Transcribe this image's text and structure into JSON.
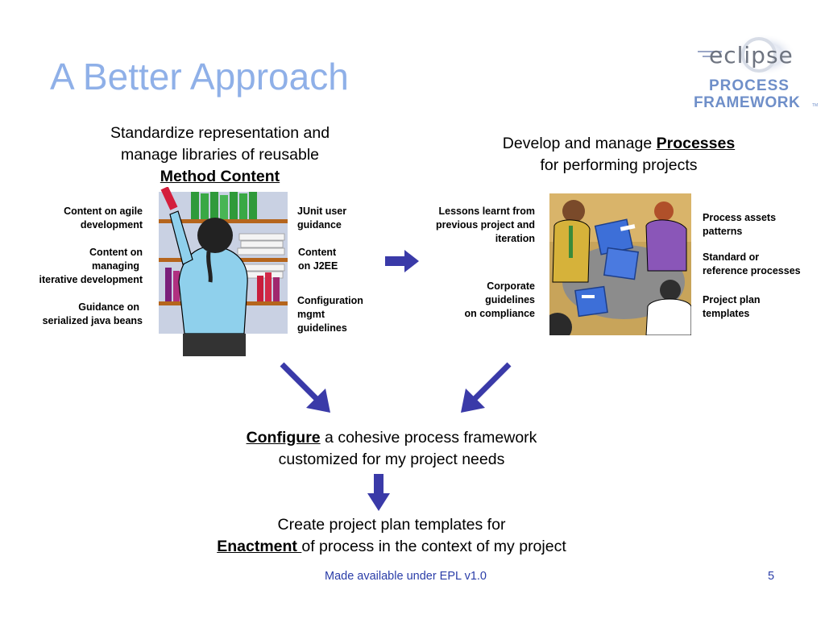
{
  "slide": {
    "title": "A Better Approach",
    "logo": {
      "brand": "eclipse",
      "line1": "PROCESS",
      "line2": "FRAMEWORK",
      "tm": "TM"
    },
    "method_content": {
      "line1": "Standardize representation and",
      "line2": "manage libraries of reusable",
      "emph": "Method Content"
    },
    "processes": {
      "lead": "Develop and manage ",
      "emph": "Processes",
      "line2": "for performing projects"
    },
    "left_items": [
      [
        "Content on agile",
        "development"
      ],
      [
        "Content on",
        "managing",
        "iterative development"
      ],
      [
        "Guidance on",
        "serialized java beans"
      ]
    ],
    "mid_left_items": [
      [
        "JUnit user",
        "guidance"
      ],
      [
        "Content",
        "on J2EE"
      ],
      [
        "Configuration",
        "mgmt",
        "guidelines"
      ]
    ],
    "mid_right_items": [
      [
        "Lessons learnt from",
        "previous project and",
        "iteration"
      ],
      [
        "Corporate",
        "guidelines",
        "on compliance"
      ]
    ],
    "right_items": [
      [
        "Process assets",
        "patterns"
      ],
      [
        "Standard or",
        "reference processes"
      ],
      [
        "Project plan",
        "templates"
      ]
    ],
    "configure": {
      "emph": "Configure",
      "rest": " a cohesive process framework",
      "line2": "customized for my project needs"
    },
    "enactment": {
      "line1": "Create project plan templates for",
      "emph": "Enactment ",
      "rest": "of process in the context of my project"
    },
    "footer": {
      "license": "Made available under EPL v1.0",
      "page": "5"
    },
    "colors": {
      "title": "#8fb0e8",
      "arrow": "#3a3aa8",
      "logo": "#5b7fc4",
      "footer": "#2a3da8"
    }
  }
}
